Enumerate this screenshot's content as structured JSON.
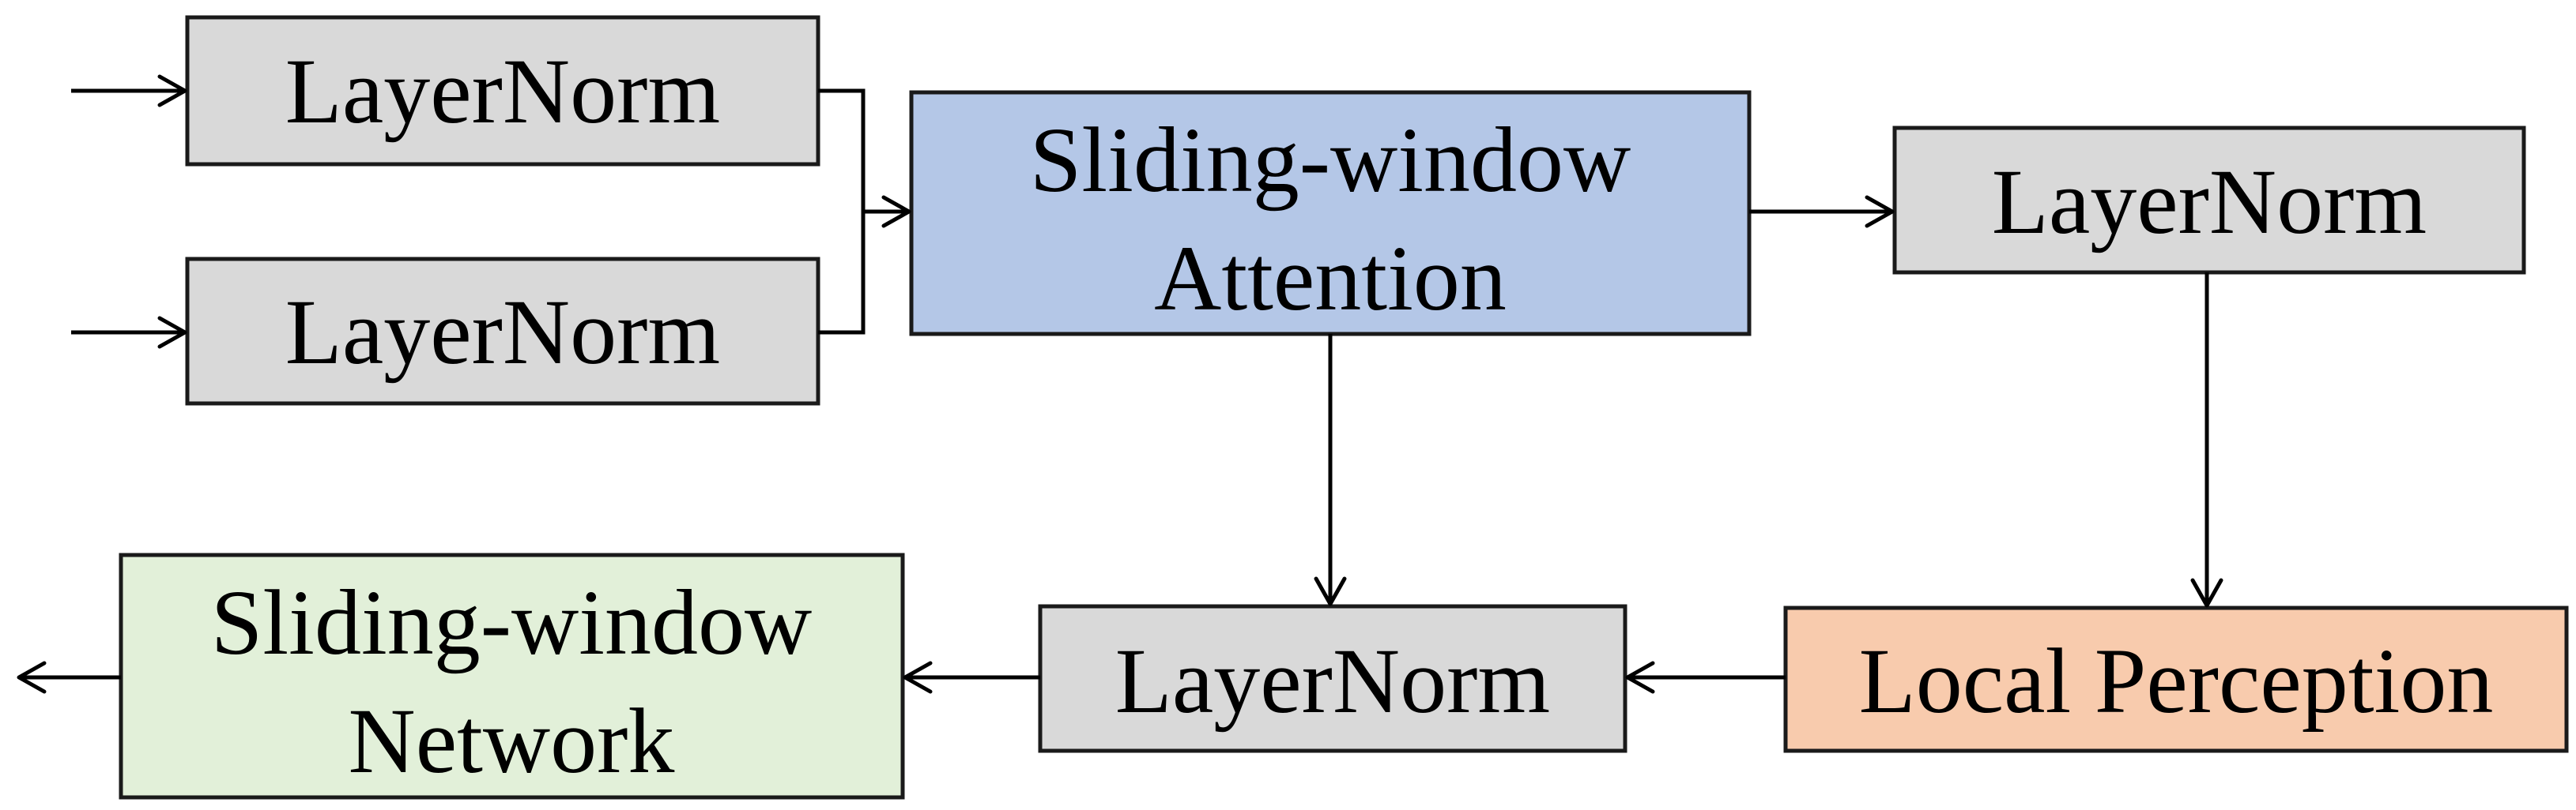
{
  "colors": {
    "layernorm_fill": "#d9d9d9",
    "attention_fill": "#b4c7e7",
    "local_perception_fill": "#f8cbad",
    "network_fill": "#e2f0d9",
    "stroke": "#1a1a1a"
  },
  "blocks": {
    "layernorm_in_top": {
      "label": "LayerNorm"
    },
    "layernorm_in_bottom": {
      "label": "LayerNorm"
    },
    "attention": {
      "line1": "Sliding-window",
      "line2": "Attention"
    },
    "layernorm_right": {
      "label": "LayerNorm"
    },
    "local_perception": {
      "label": "Local Perception"
    },
    "layernorm_bottom": {
      "label": "LayerNorm"
    },
    "network": {
      "line1": "Sliding-window",
      "line2": "Network"
    }
  }
}
